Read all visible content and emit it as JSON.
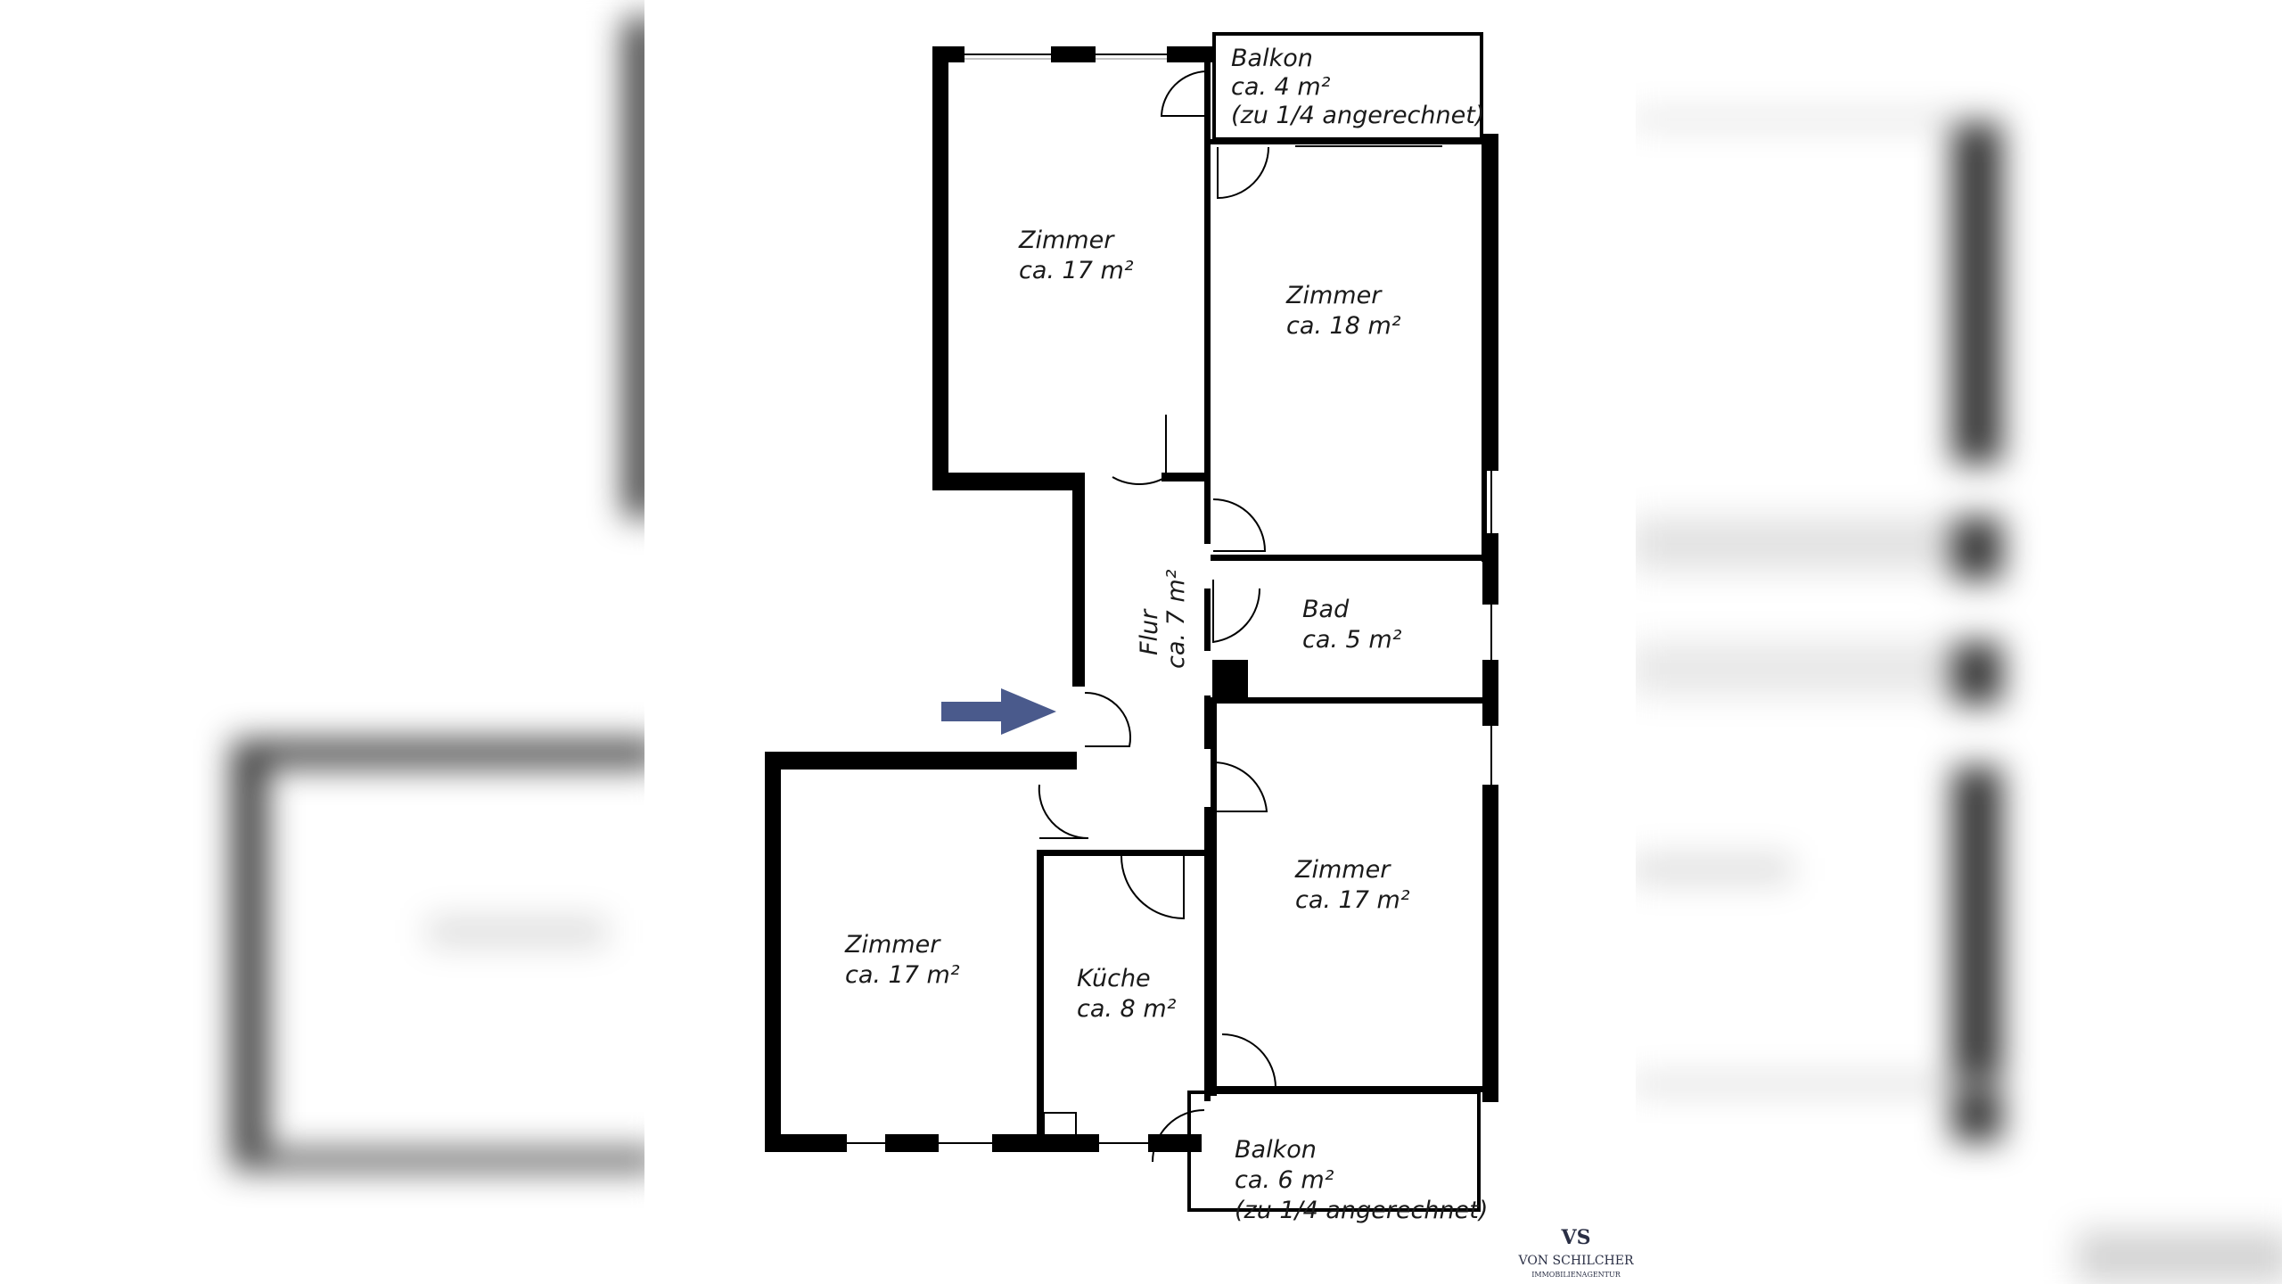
{
  "rooms": [
    {
      "id": "balkon-top",
      "name": "Balkon",
      "area": "ca. 4 m²",
      "note": "(zu 1/4 angerechnet)"
    },
    {
      "id": "zimmer-nw",
      "name": "Zimmer",
      "area": "ca. 17 m²"
    },
    {
      "id": "zimmer-ne",
      "name": "Zimmer",
      "area": "ca. 18 m²"
    },
    {
      "id": "flur",
      "name": "Flur",
      "area": "ca. 7 m²"
    },
    {
      "id": "bad",
      "name": "Bad",
      "area": "ca. 5 m²"
    },
    {
      "id": "zimmer-se",
      "name": "Zimmer",
      "area": "ca. 17 m²"
    },
    {
      "id": "zimmer-sw",
      "name": "Zimmer",
      "area": "ca. 17 m²"
    },
    {
      "id": "kueche",
      "name": "Küche",
      "area": "ca. 8 m²"
    },
    {
      "id": "balkon-bottom",
      "name": "Balkon",
      "area": "ca. 6 m²",
      "note": "(zu 1/4 angerechnet)"
    }
  ],
  "logo": {
    "monogram": "VS",
    "name": "VON SCHILCHER",
    "tagline": "IMMOBILIENAGENTUR"
  },
  "colors": {
    "wall": "#000000",
    "entrance_arrow": "#4a5a8c",
    "logo": "#2a2f45"
  }
}
